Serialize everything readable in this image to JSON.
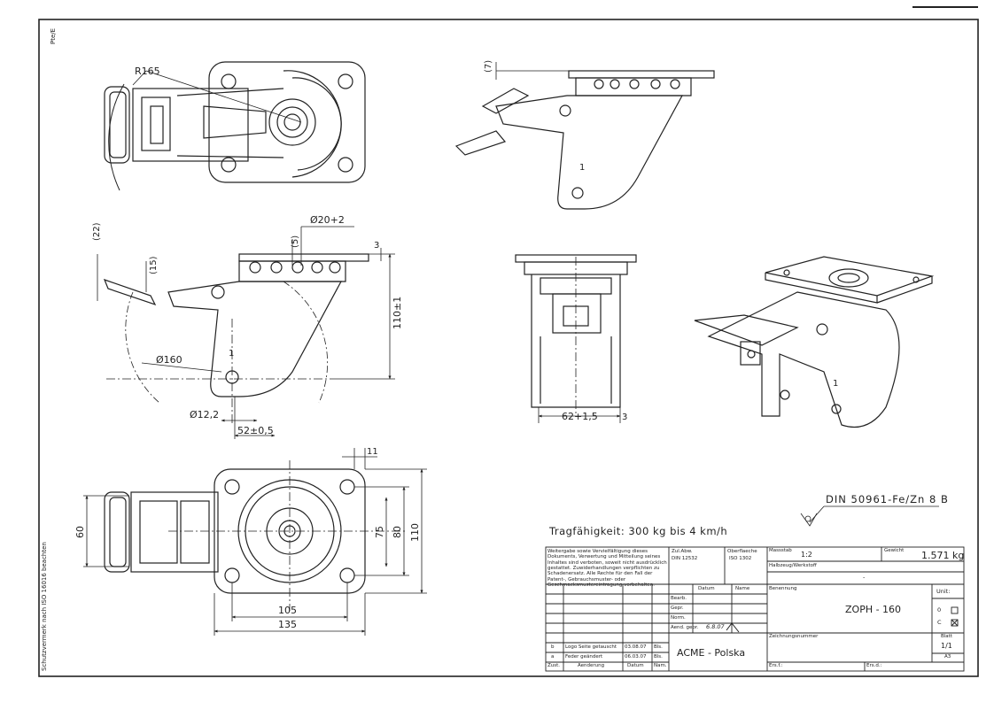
{
  "labels": {
    "top_left_mark": "Pte/E",
    "protection_note": "Schutzvermerk nach ISO 16016 beachten",
    "r165": "R165",
    "d20": "Ø20+2",
    "dim_22": "(22)",
    "dim_15": "(15)",
    "dim_5": "(5)",
    "dim_3a": "3",
    "dim_110pm1": "110±1",
    "d160": "Ø160",
    "d12_2": "Ø12,2",
    "dim_52": "52±0,5",
    "dim_7": "(7)",
    "dim_62": "62+1,5",
    "dim_3b": "3",
    "dim_11": "11",
    "dim_60": "60",
    "dim_75": "75",
    "dim_80": "80",
    "dim_110": "110",
    "dim_105": "105",
    "dim_135": "135",
    "part_1": "1",
    "din_note": "DIN 50961-Fe/Zn 8 B",
    "capacity": "Tragfähigkeit: 300 kg bis 4 km/h"
  },
  "title_block": {
    "copyright": "Weitergabe sowie Vervielfältigung dieses Dokuments, Verwertung und Mitteilung seines Inhaltes sind verboten, soweit nicht ausdrücklich gestattet. Zuwiderhandlungen verpflichten zu Schadenersatz. Alle Rechte für den Fall der Patent-, Gebrauchsmuster- oder Geschmacksmustereintragung vorbehalten.",
    "zul_abw_label": "Zul.Abw.",
    "zul_abw_value": "DIN 12532",
    "oberflaeche_label": "Oberflaeche",
    "oberflaeche_value": "ISO 1302",
    "massstab_label": "Massstab",
    "massstab_value": "1:2",
    "gewicht_label": "Gewicht",
    "gewicht_value": "1.571 kg",
    "halbzeug_label": "Halbzeug/Werkstoff",
    "halbzeug_value": "-",
    "datum": "Datum",
    "name": "Name",
    "benennung_label": "Benennung",
    "benennung_value": "ZOPH - 160",
    "bearb": "Bearb.",
    "gepr": "Gepr.",
    "norm": "Norm.",
    "aend_gepr": "Aend. gepr.",
    "aend_gepr_sig": "6.8.07",
    "unit_label": "Unit:",
    "unit_0": "0",
    "unit_c": "C",
    "zeichnungsnummer_label": "Zeichnungsnummer",
    "blatt_label": "Blatt",
    "blatt_value": "1/1",
    "format": "A3",
    "company": "ACME - Polska",
    "ers_f": "Ers.f.:",
    "ers_d": "Ers.d.:",
    "rev_b_letter": "b",
    "rev_b_text": "Logo Seite getauscht",
    "rev_b_date": "03.08.07",
    "rev_b_name": "Bls.",
    "rev_a_letter": "a",
    "rev_a_text": "Feder geändert",
    "rev_a_date": "06.03.07",
    "rev_a_name": "Bls.",
    "zust": "Zust.",
    "aenderung": "Aenderung",
    "datum2": "Datum",
    "nam": "Nam."
  }
}
